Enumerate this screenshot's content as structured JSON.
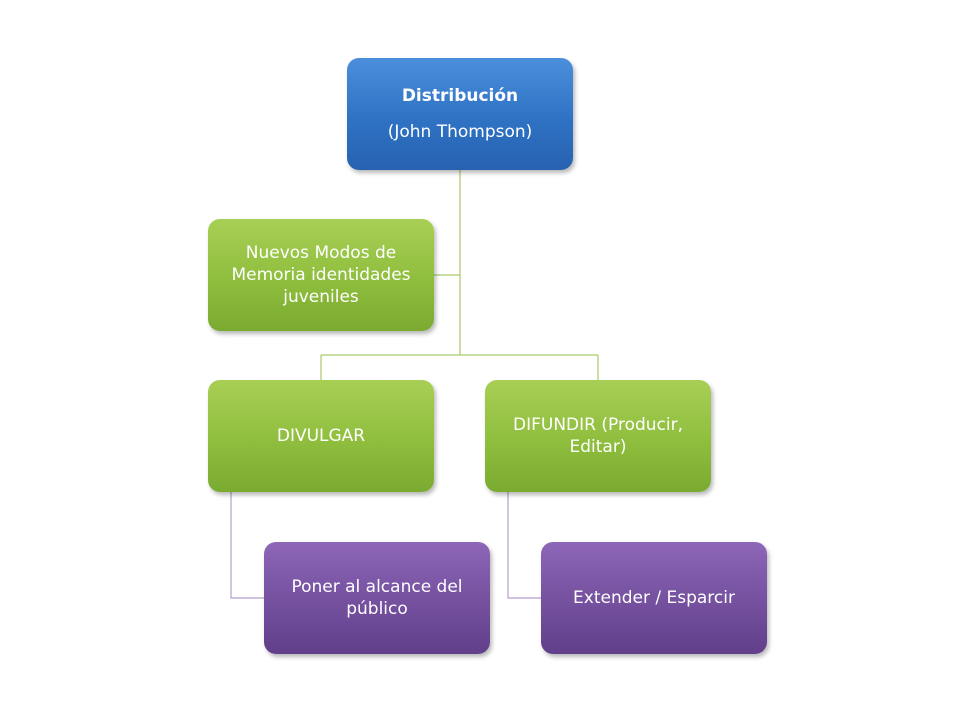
{
  "root": {
    "title": "Distribución",
    "subtitle": "(John Thompson)"
  },
  "assistant": {
    "label": "Nuevos Modos de Memoria identidades juveniles"
  },
  "children": [
    {
      "label": "DIVULGAR",
      "sub": {
        "label": "Poner al alcance del público"
      }
    },
    {
      "label": "DIFUNDIR (Producir, Editar)",
      "sub": {
        "label": "Extender / Esparcir"
      }
    }
  ],
  "colors": {
    "root": "#3a7fd0",
    "green": "#8fbe3e",
    "purple": "#74509e",
    "connector_green": "#a9c96a",
    "connector_purple": "#b49fcf"
  }
}
